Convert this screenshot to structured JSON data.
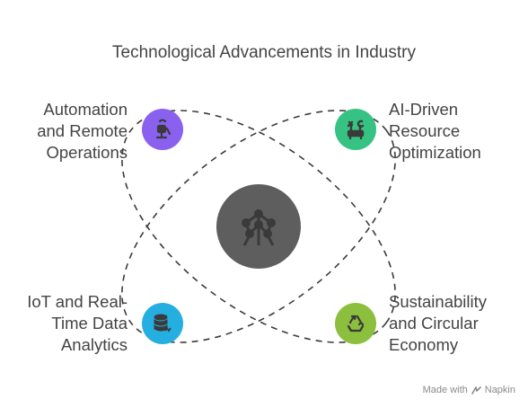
{
  "title": "Technological Advancements in Industry",
  "items": [
    {
      "lines": [
        "Automation",
        "and Remote",
        "Operations"
      ],
      "color": "#8a61ee",
      "icon": "robot-arm-icon"
    },
    {
      "lines": [
        "AI-Driven",
        "Resource",
        "Optimization"
      ],
      "color": "#36c282",
      "icon": "tools-icon"
    },
    {
      "lines": [
        "IoT and Real-",
        "Time Data",
        "Analytics"
      ],
      "color": "#25aee0",
      "icon": "database-icon"
    },
    {
      "lines": [
        "Sustainability",
        "and Circular",
        "Economy"
      ],
      "color": "#8dbf3e",
      "icon": "recycle-icon"
    }
  ],
  "center": {
    "color": "#5e5e5e",
    "icon": "atomium-icon"
  },
  "brand": {
    "prefix": "Made with",
    "name": "Napkin"
  }
}
